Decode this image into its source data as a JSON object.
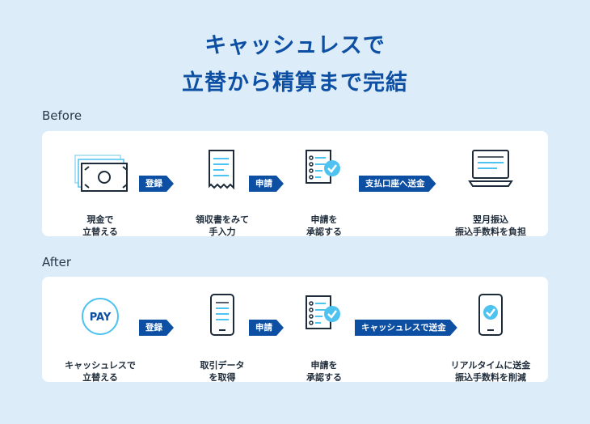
{
  "title": {
    "line1": "キャッシュレスで",
    "line2": "立替から精算まで完結"
  },
  "before": {
    "label": "Before",
    "steps": [
      {
        "icon": "cash-icon",
        "caption": "現金で\n立替える"
      },
      {
        "icon": "receipt-icon",
        "caption": "領収書をみて\n手入力"
      },
      {
        "icon": "approval-checklist-icon",
        "caption": "申請を\n承認する"
      },
      {
        "icon": "laptop-icon",
        "caption": "翌月振込\n振込手数料を負担"
      }
    ],
    "arrows": [
      "登録",
      "申請",
      "支払口座へ送金"
    ]
  },
  "after": {
    "label": "After",
    "steps": [
      {
        "icon": "pay-icon",
        "icon_text": "PAY",
        "caption": "キャッシュレスで\n立替える"
      },
      {
        "icon": "smartphone-data-icon",
        "caption": "取引データ\nを取得"
      },
      {
        "icon": "approval-checklist-icon",
        "caption": "申請を\n承認する"
      },
      {
        "icon": "smartphone-check-icon",
        "caption": "リアルタイムに送金\n振込手数料を削減"
      }
    ],
    "arrows": [
      "登録",
      "申請",
      "キャッシュレスで送金"
    ]
  },
  "colors": {
    "background": "#dcedf9",
    "primary": "#0d4fa3",
    "accent": "#4fc3ef",
    "card": "#ffffff"
  }
}
